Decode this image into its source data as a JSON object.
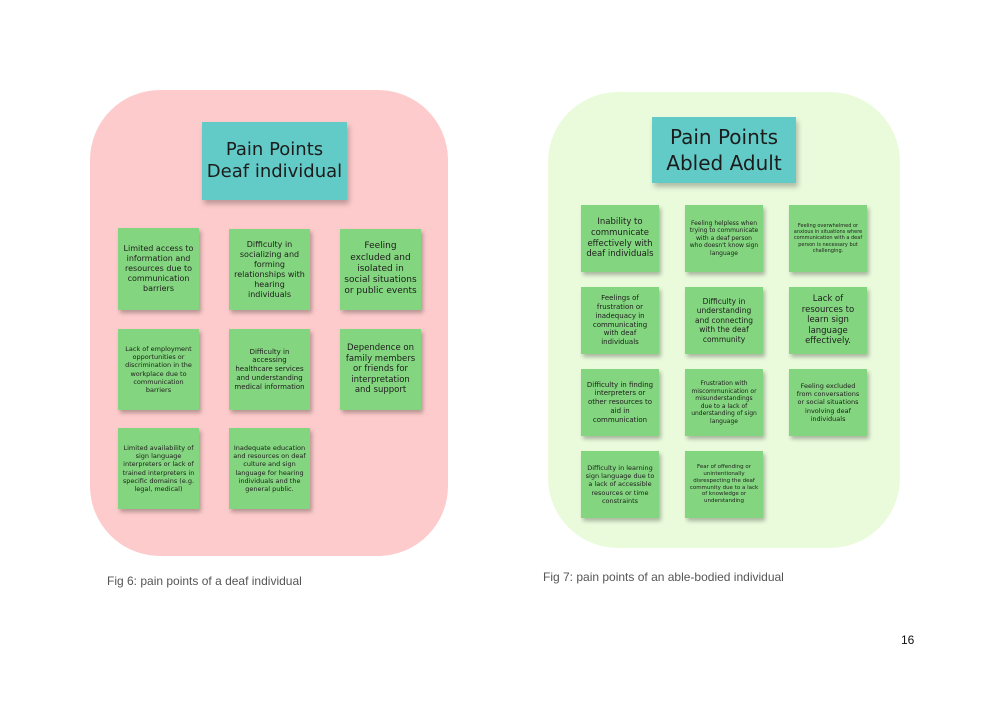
{
  "left": {
    "title_line1": "Pain Points",
    "title_line2": "Deaf individual",
    "notes": [
      "Limited access to information and resources due to communication barriers",
      "Difficulty in socializing and forming relationships with hearing individuals",
      "Feeling excluded and isolated in social situations or public events",
      "Lack of employment opportunities or discrimination in the workplace due to communication barriers",
      "Difficulty in accessing healthcare services and understanding medical information",
      "Dependence on family members or friends for interpretation and support",
      "Limited availability of sign language interpreters or lack of trained interpreters in specific domains (e.g. legal, medical)",
      "Inadequate education and resources on deaf culture and sign language for hearing individuals and the general public."
    ],
    "caption": "Fig 6: pain points of a deaf individual"
  },
  "right": {
    "title_line1": "Pain Points",
    "title_line2": "Abled Adult",
    "notes": [
      "Inability to communicate effectively with deaf individuals",
      "Feeling helpless when trying to communicate with a deaf person who doesn't know sign language",
      "Feeling overwhelmed or anxious in situations where communication with a deaf person is necessary but challenging.",
      "Feelings of frustration or inadequacy in communicating with deaf individuals",
      "Difficulty in understanding and connecting with the deaf community",
      "Lack of resources to learn sign language effectively.",
      "Difficulty in finding interpreters or other resources to aid in communication",
      "Frustration with miscommunication or misunderstandings due to a lack of understanding of sign language",
      "Feeling excluded from conversations or social situations involving deaf individuals",
      "Difficulty in learning sign language due to a lack of accessible resources or time constraints",
      "Fear of offending or unintentionally disrespecting the deaf community due to a lack of knowledge or understanding"
    ],
    "caption": "Fig 7: pain points of an able-bodied individual"
  },
  "page_number": "16",
  "colors": {
    "left_panel": "#fdcbcb",
    "right_panel": "#eafbdc",
    "title_note": "#62cac7",
    "sticky_note": "#84d57f"
  }
}
